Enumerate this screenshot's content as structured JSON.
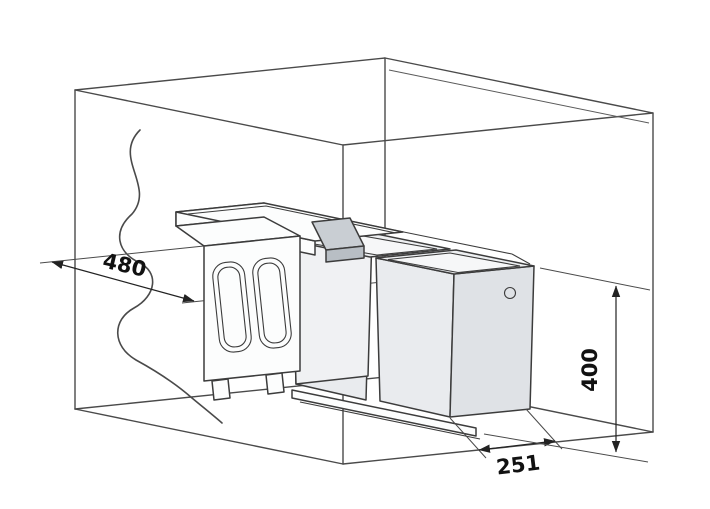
{
  "diagram": {
    "kind": "technical-line-drawing",
    "dimensions": {
      "depth": {
        "value": "480"
      },
      "width": {
        "value": "251"
      },
      "height": {
        "value": "400"
      }
    },
    "colors": {
      "line": "#4a4a4a",
      "bin_fill": "#e9ebee",
      "bracket_fill": "#c9ced3",
      "background": "#ffffff"
    }
  }
}
